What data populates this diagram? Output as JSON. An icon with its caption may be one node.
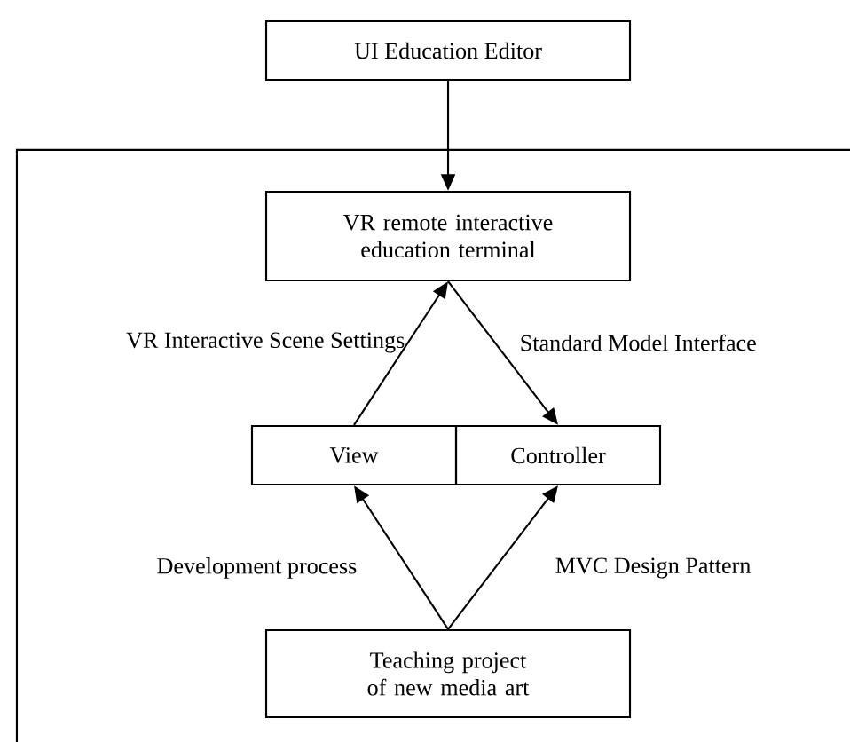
{
  "diagram": {
    "nodes": [
      {
        "text": [
          "UI Education Editor"
        ]
      },
      {
        "text": [],
        "shape": "box"
      },
      {
        "text": [
          "VR remote interactive education terminal"
        ],
        "in": 1
      },
      {
        "text": [
          "View"
        ],
        "in": 1
      },
      {
        "text": [
          "Controller"
        ],
        "in": 1
      },
      {
        "text": [
          "Teaching project of new media art"
        ],
        "in": 1
      }
    ],
    "edges": [
      {
        "from": 0,
        "to": 2,
        "arrow": "to"
      },
      {
        "from": 3,
        "to": 2,
        "arrow": "to",
        "label": "VR Interactive Scene Settings"
      },
      {
        "from": 2,
        "to": 4,
        "arrow": "to",
        "label": "Standard Model Interface"
      },
      {
        "from": 5,
        "to": 3,
        "arrow": "to",
        "label": "Development process"
      },
      {
        "from": 5,
        "to": 4,
        "arrow": "to",
        "label": "MVC Design Pattern"
      }
    ]
  }
}
